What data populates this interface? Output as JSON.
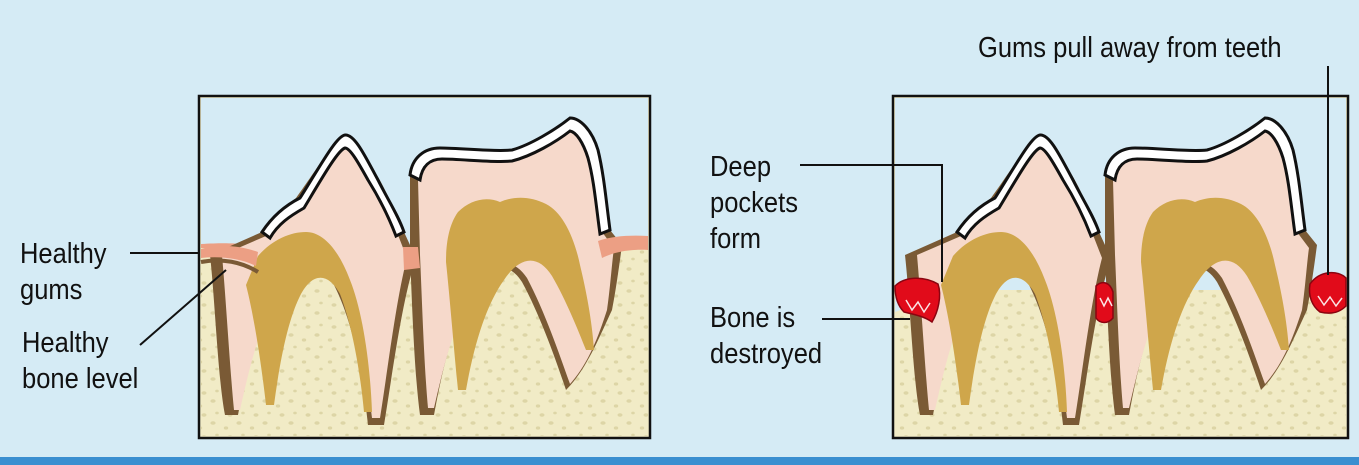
{
  "colors": {
    "background": "#d5ebf5",
    "bone": "#f1ebc6",
    "bone_dots": "#ddd5a6",
    "enamel": "#ffffff",
    "dentin": "#f6d9cb",
    "pulp": "#cfa64b",
    "root_outline": "#7a5a35",
    "healthy_gums": "#ec9f84",
    "inflamed_gums": "#e10b1a",
    "accent_bar": "#3a8fd0"
  },
  "healthy_panel": {
    "labels": {
      "healthy_gums": "Healthy\ngums",
      "healthy_bone_level": "Healthy\nbone level"
    }
  },
  "diseased_panel": {
    "labels": {
      "gums_pull_away": "Gums pull away from teeth",
      "deep_pockets": "Deep\npockets\nform",
      "bone_destroyed": "Bone is\ndestroyed"
    }
  }
}
